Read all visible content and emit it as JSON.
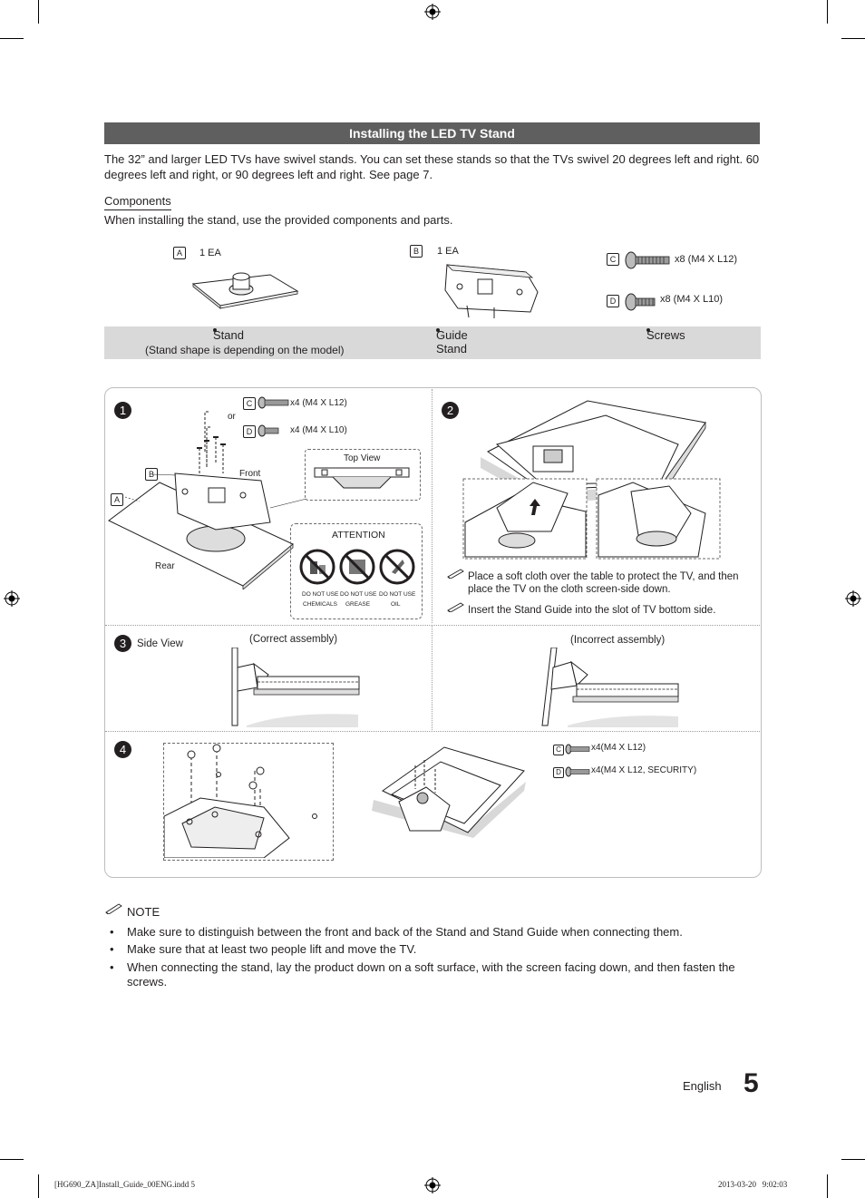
{
  "section_title": "Installing the LED TV Stand",
  "intro": "The 32” and larger LED TVs have swivel stands. You can set these stands so that the TVs swivel 20 degrees left and right. 60 degrees left and right, or 90 degrees left and right. See page 7.",
  "components_heading": "Components",
  "components_text": "When installing the stand, use the provided components and parts.",
  "components": {
    "a": {
      "letter": "A",
      "qty": "1 EA"
    },
    "b": {
      "letter": "B",
      "qty": "1 EA"
    },
    "c": {
      "letter": "C",
      "qty": "x8 (M4 X L12)"
    },
    "d": {
      "letter": "D",
      "qty": "x8 (M4 X L10)"
    }
  },
  "component_names": {
    "stand": "Stand",
    "stand_note": "(Stand shape is depending on the model)",
    "guide": "Guide Stand",
    "screws": "Screws"
  },
  "steps": {
    "s1": {
      "num": "1",
      "c_letter": "C",
      "c_qty": "x4 (M4 X L12)",
      "or": "or",
      "d_letter": "D",
      "d_qty": "x4 (M4 X L10)",
      "b_letter": "B",
      "a_letter": "A",
      "front": "Front",
      "rear": "Rear",
      "top_view": "Top View",
      "attention": "ATTENTION",
      "warn1a": "DO NOT USE",
      "warn1b": "CHEMICALS",
      "warn2a": "DO NOT USE",
      "warn2b": "GREASE",
      "warn3a": "DO NOT USE",
      "warn3b": "OIL"
    },
    "s2": {
      "num": "2",
      "note1": "Place a soft cloth over the table to protect the TV, and then place the TV on the cloth screen-side down.",
      "note2": "Insert the Stand Guide into the slot of TV bottom side."
    },
    "s3": {
      "num": "3",
      "side_view": "Side View",
      "correct": "(Correct assembly)",
      "incorrect": "(Incorrect assembly)"
    },
    "s4": {
      "num": "4",
      "c_letter": "C",
      "c_qty": "x4(M4 X L12)",
      "d_letter": "D",
      "d_qty": "x4(M4 X L12, SECURITY)"
    }
  },
  "note_heading": "NOTE",
  "notes": [
    "Make sure to distinguish between the front and back of the Stand and Stand Guide when connecting them.",
    "Make sure that at least two people lift and move the TV.",
    "When connecting the stand, lay the product down on a soft surface, with the screen facing down, and then fasten the screws."
  ],
  "footer": {
    "language": "English",
    "page": "5"
  },
  "slug": {
    "file": "[HG690_ZA]Install_Guide_00ENG.indd   5",
    "date": "2013-03-20     9:02:03"
  }
}
